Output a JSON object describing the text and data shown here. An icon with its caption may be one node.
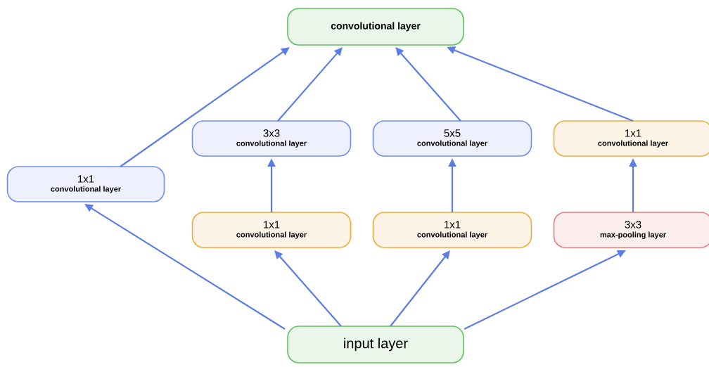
{
  "diagram": {
    "nodes": [
      {
        "text": [
          "convolutional layer"
        ]
      },
      {
        "text": [
          "3x3",
          "convolutional layer"
        ]
      },
      {
        "text": [
          "5x5",
          "convolutional layer"
        ]
      },
      {
        "text": [
          "1x1",
          "convolutional layer"
        ]
      },
      {
        "text": [
          "1x1",
          "convolutional layer"
        ]
      },
      {
        "text": [
          "1x1",
          "convolutional layer"
        ]
      },
      {
        "text": [
          "1x1",
          "convolutional layer"
        ]
      },
      {
        "text": [
          "3x3",
          "max-pooling layer"
        ]
      },
      {
        "text": [
          "input layer"
        ]
      }
    ],
    "edges": [
      {
        "from": 4,
        "to": 0,
        "arrow": "to"
      },
      {
        "from": 1,
        "to": 0,
        "arrow": "to"
      },
      {
        "from": 2,
        "to": 0,
        "arrow": "to"
      },
      {
        "from": 3,
        "to": 0,
        "arrow": "to"
      },
      {
        "from": 5,
        "to": 1,
        "arrow": "to"
      },
      {
        "from": 6,
        "to": 2,
        "arrow": "to"
      },
      {
        "from": 7,
        "to": 3,
        "arrow": "to"
      },
      {
        "from": 8,
        "to": 4,
        "arrow": "to"
      },
      {
        "from": 8,
        "to": 5,
        "arrow": "to"
      },
      {
        "from": 8,
        "to": 6,
        "arrow": "to"
      },
      {
        "from": 8,
        "to": 7,
        "arrow": "to"
      }
    ]
  }
}
